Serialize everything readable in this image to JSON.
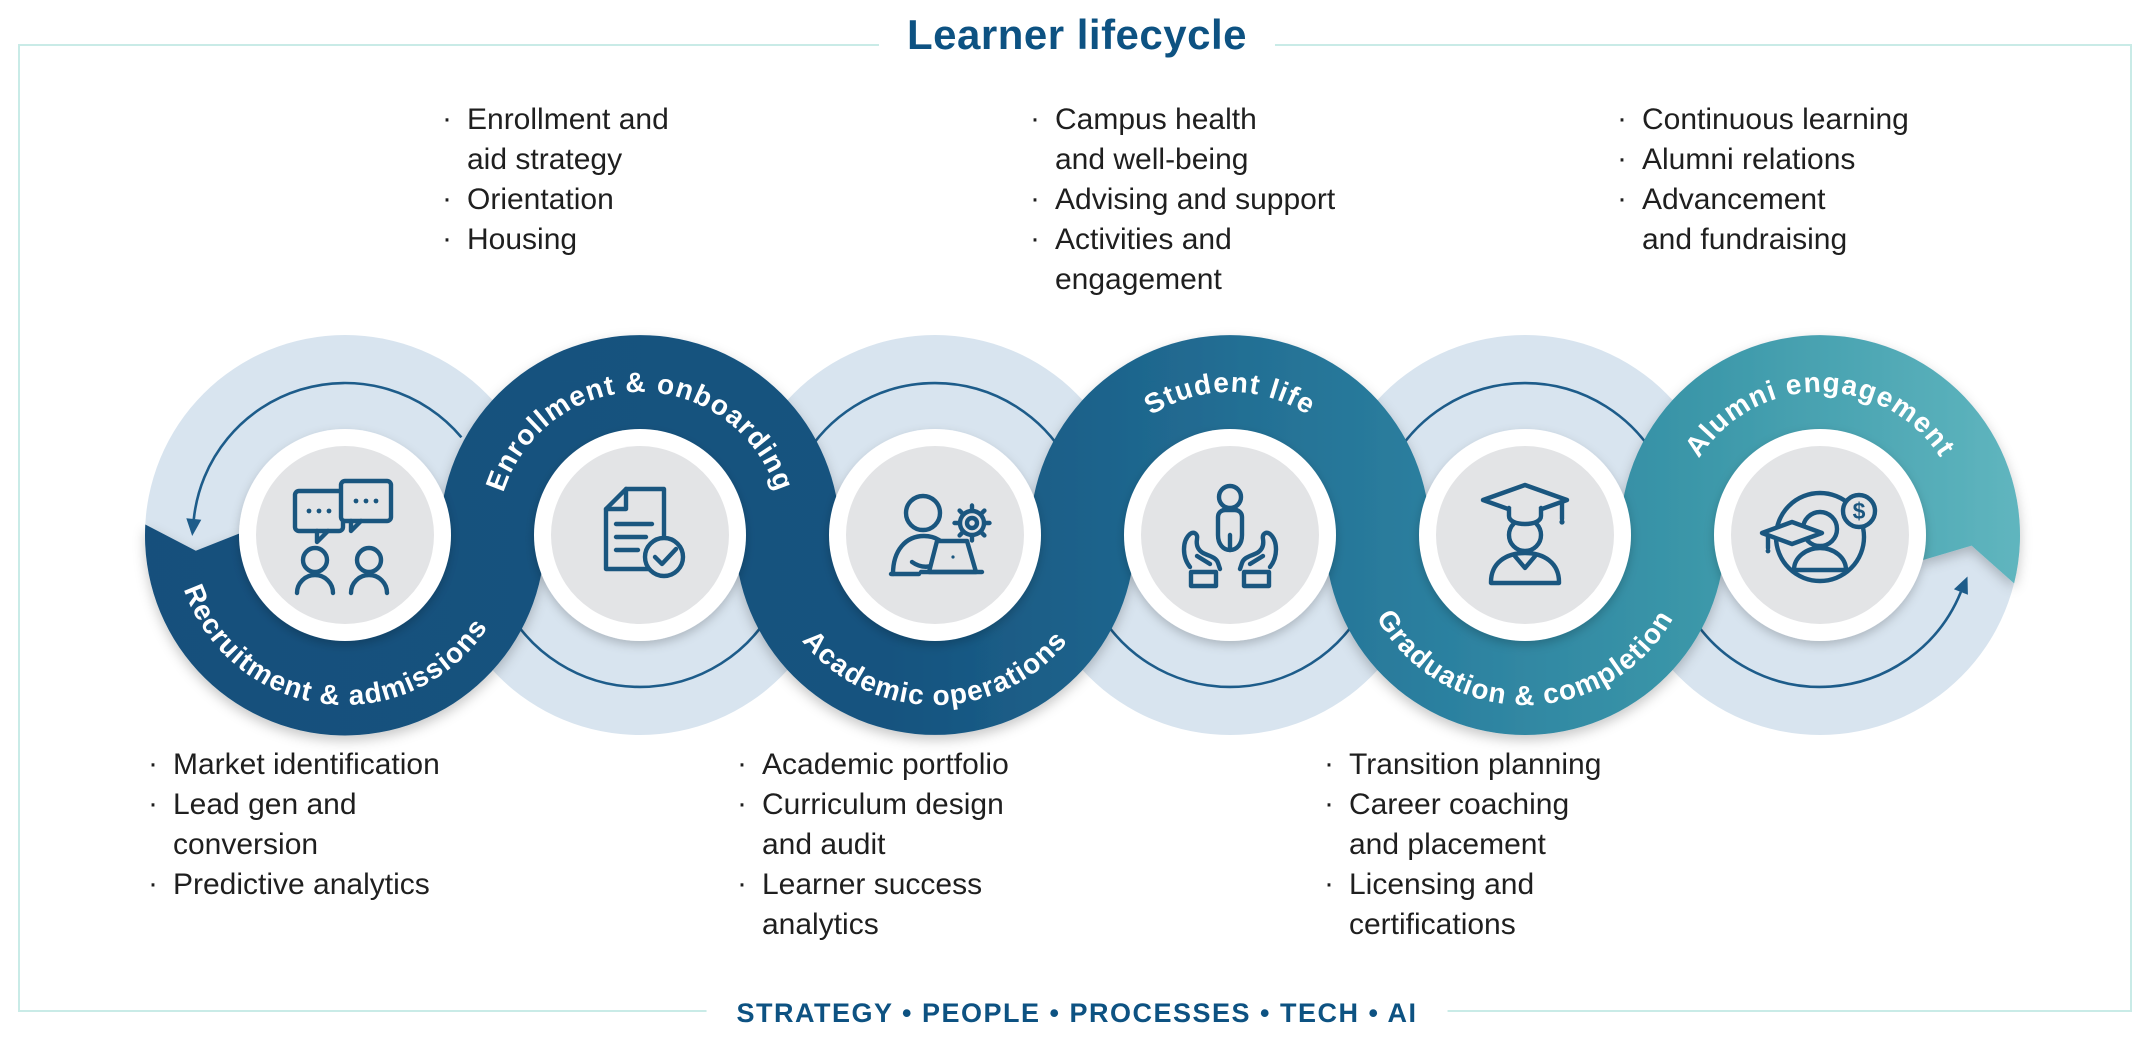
{
  "title": "Learner lifecycle",
  "footer": "STRATEGY • PEOPLE • PROCESSES • TECH • AI",
  "stages": [
    {
      "label": "Recruitment & admissions",
      "icon": "chat-people-icon",
      "ribbon_side": "bottom"
    },
    {
      "label": "Enrollment & onboarding",
      "icon": "document-check-icon",
      "ribbon_side": "top"
    },
    {
      "label": "Academic operations",
      "icon": "person-laptop-gear-icon",
      "ribbon_side": "bottom"
    },
    {
      "label": "Student life",
      "icon": "hands-person-icon",
      "ribbon_side": "top"
    },
    {
      "label": "Graduation & completion",
      "icon": "graduate-icon",
      "ribbon_side": "bottom"
    },
    {
      "label": "Alumni engagement",
      "icon": "alumni-dollar-icon",
      "ribbon_side": "top"
    }
  ],
  "callouts": {
    "top": [
      {
        "items": [
          "Enrollment and\naid strategy",
          "Orientation",
          "Housing"
        ]
      },
      {
        "items": [
          "Campus health\nand well-being",
          "Advising and support",
          "Activities and\nengagement"
        ]
      },
      {
        "items": [
          "Continuous learning",
          "Alumni relations",
          "Advancement\nand fundraising"
        ]
      }
    ],
    "bottom": [
      {
        "items": [
          "Market identification",
          "Lead gen and\nconversion",
          "Predictive analytics"
        ]
      },
      {
        "items": [
          "Academic portfolio",
          "Curriculum design\nand audit",
          "Learner success\nanalytics"
        ]
      },
      {
        "items": [
          "Transition planning",
          "Career coaching\nand placement",
          "Licensing and\ncertifications"
        ]
      }
    ]
  },
  "misc": {
    "dollar_sign": "$"
  },
  "colors": {
    "navy": "#15527E",
    "teal_end": "#5FB5BE",
    "light_ring": "#D8E4EF",
    "inner_gray": "#E3E4E6",
    "icon_stroke": "#1A567F",
    "thin_arc": "#1D5C8A",
    "frame_border": "#C9EBE7",
    "heading": "#0D5282",
    "body_text": "#1F1F1F"
  }
}
